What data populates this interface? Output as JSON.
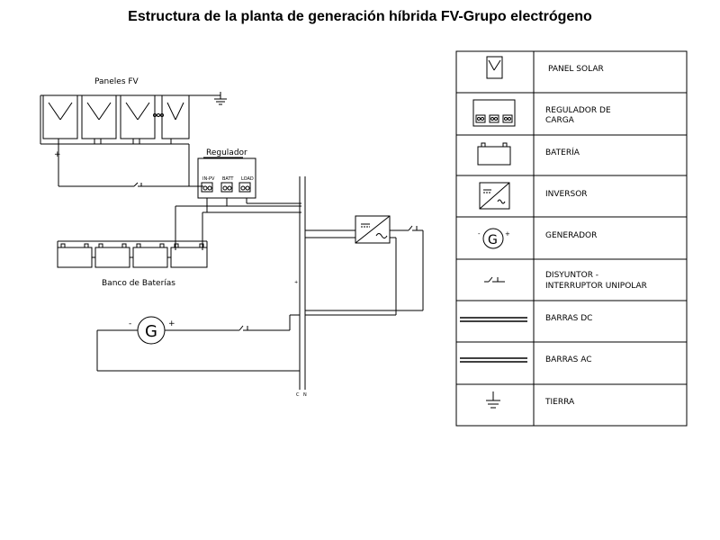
{
  "title": "Estructura de la planta de generación híbrida FV-Grupo electrógeno",
  "diagram": {
    "pv_label": "Paneles FV",
    "regulator_label": "Regulador",
    "battery_bank_label": "Banco de Baterías",
    "generator_symbol": "G",
    "minus": "-",
    "plus": "+"
  },
  "legend": {
    "items": [
      {
        "icon": "solar-panel-icon",
        "label": "PANEL SOLAR"
      },
      {
        "icon": "charge-regulator-icon",
        "label_line1": "REGULADOR DE",
        "label_line2": "CARGA"
      },
      {
        "icon": "battery-icon",
        "label": "BATERÍA"
      },
      {
        "icon": "inverter-icon",
        "label": "INVERSOR"
      },
      {
        "icon": "generator-icon",
        "label": "GENERADOR"
      },
      {
        "icon": "breaker-icon",
        "label_line1": "DISYUNTOR -",
        "label_line2": "INTERRUPTOR UNIPOLAR"
      },
      {
        "icon": "dc-bus-icon",
        "label": "BARRAS DC"
      },
      {
        "icon": "ac-bus-icon",
        "label": "BARRAS AC"
      },
      {
        "icon": "ground-icon",
        "label": "TIERRA"
      }
    ]
  }
}
